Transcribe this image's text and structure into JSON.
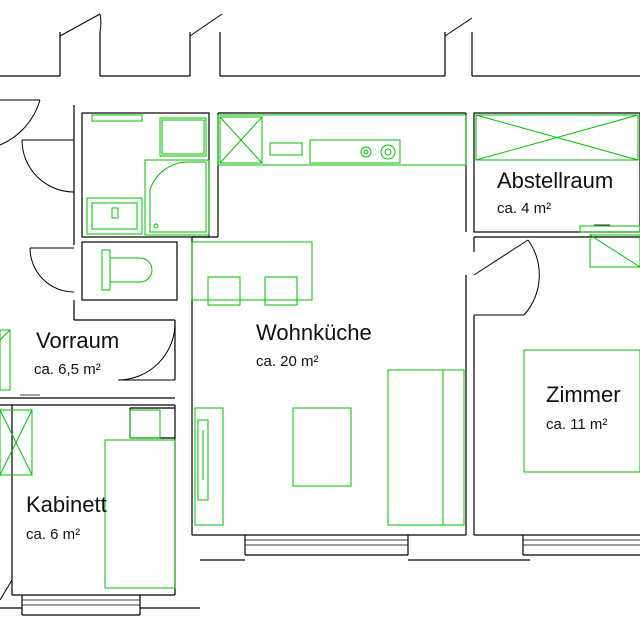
{
  "rooms": {
    "abstellraum": {
      "name": "Abstellraum",
      "area": "ca. 4 m²"
    },
    "vorraum": {
      "name": "Vorraum",
      "area": "ca. 6,5 m²"
    },
    "wohnkueche": {
      "name": "Wohnküche",
      "area": "ca. 20 m²"
    },
    "zimmer": {
      "name": "Zimmer",
      "area": "ca. 11 m²"
    },
    "kabinett": {
      "name": "Kabinett",
      "area": "ca. 6 m²"
    }
  },
  "colors": {
    "wall": "#000000",
    "furniture": "#00c000"
  }
}
